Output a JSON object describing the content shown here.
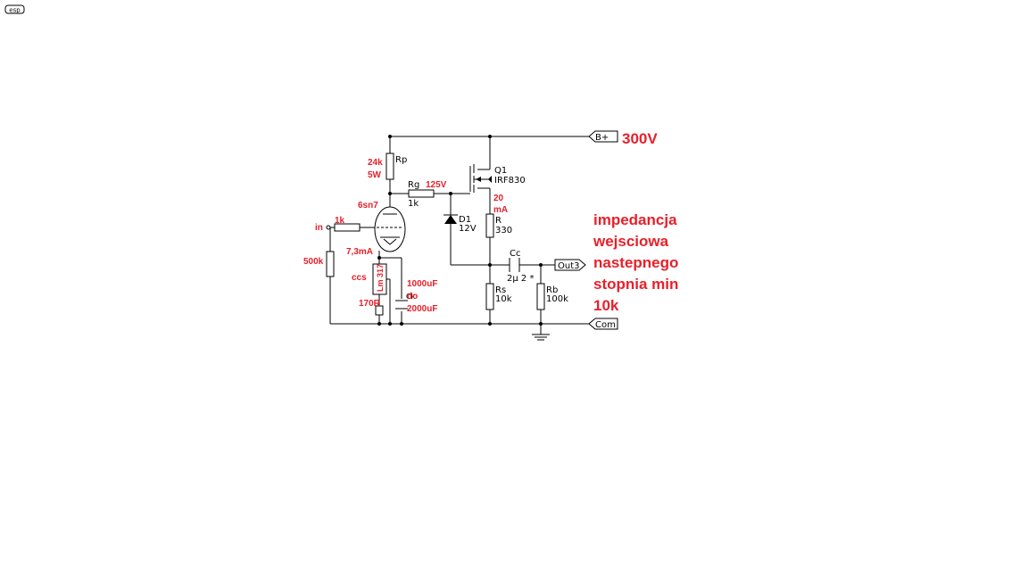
{
  "logo": {
    "text": "esp"
  },
  "colors": {
    "annotation": "#e8202a",
    "wire": "#000000",
    "background": "#ffffff"
  },
  "ports": {
    "bplus": "B+",
    "out": "Out3",
    "com": "Com"
  },
  "components": {
    "rp": {
      "name": "Rp"
    },
    "rg": {
      "name": "Rg",
      "value": "1k"
    },
    "q1": {
      "name": "Q1",
      "value": "IRF830"
    },
    "d1": {
      "name": "D1",
      "value": "12V"
    },
    "r": {
      "name": "R",
      "value": "330"
    },
    "cc": {
      "name": "Cc",
      "value": "2µ 2 *"
    },
    "rs": {
      "name": "Rs",
      "value": "10k"
    },
    "rb": {
      "name": "Rb",
      "value": "100k"
    },
    "ck": {
      "name": "Ck"
    }
  },
  "annotations": {
    "supply_voltage": "300V",
    "rp_value": "24k",
    "rp_power": "5W",
    "grid_voltage": "125V",
    "tube": "6sn7",
    "grid_resistor": "1k",
    "input": "in",
    "input_resistor": "500k",
    "cathode_current": "7,3mA",
    "ccs": "ccs",
    "regulator": "Lm 317",
    "cathode_resistor": "170R",
    "cap_line1": "1000uF",
    "cap_line2": "do",
    "cap_line3": "2000uF",
    "current_line1": "20",
    "current_line2": "mA",
    "note_line1": "impedancja",
    "note_line2": "wejsciowa",
    "note_line3": "nastepnego",
    "note_line4": "stopnia min",
    "note_line5": "10k"
  }
}
